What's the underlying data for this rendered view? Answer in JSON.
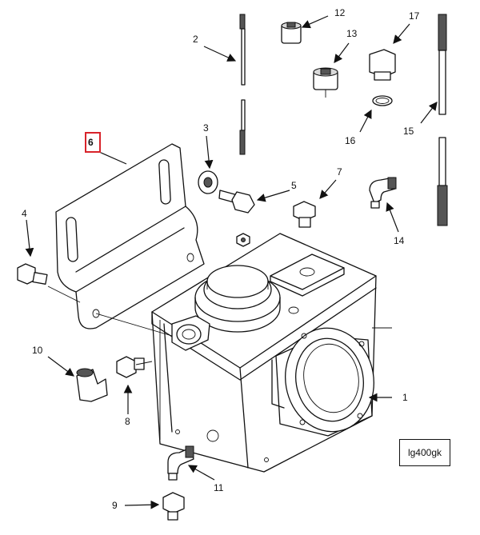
{
  "diagram": {
    "callouts": [
      {
        "id": "c1",
        "label": "1"
      },
      {
        "id": "c2",
        "label": "2"
      },
      {
        "id": "c3",
        "label": "3"
      },
      {
        "id": "c4",
        "label": "4"
      },
      {
        "id": "c5",
        "label": "5"
      },
      {
        "id": "c6",
        "label": "6"
      },
      {
        "id": "c7",
        "label": "7"
      },
      {
        "id": "c8",
        "label": "8"
      },
      {
        "id": "c9",
        "label": "9"
      },
      {
        "id": "c10",
        "label": "10"
      },
      {
        "id": "c11",
        "label": "11"
      },
      {
        "id": "c12",
        "label": "12"
      },
      {
        "id": "c13",
        "label": "13"
      },
      {
        "id": "c14",
        "label": "14"
      },
      {
        "id": "c15",
        "label": "15"
      },
      {
        "id": "c16",
        "label": "16"
      },
      {
        "id": "c17",
        "label": "17"
      }
    ],
    "highlighted_callout": "6",
    "reference_code": "lg400gk",
    "colors": {
      "highlight": "#d8232a",
      "line": "#111111"
    }
  }
}
